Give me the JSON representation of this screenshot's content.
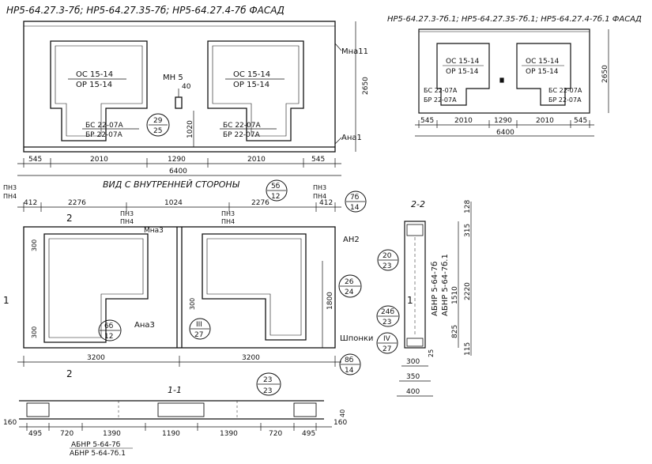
{
  "facade_title": "НР5-64.27.3-7б; НР5-64.27.35-7б; НР5-64.27.4-7б  ФАСАД",
  "small_facade_title": "НР5-64.27.3-7б.1; НР5-64.27.35-7б.1; НР5-64.27.4-7б.1 ФАСАД",
  "inner_view_title": "ВИД С ВНУТРЕННЕЙ СТОРОНЫ",
  "window_labels": {
    "os": "ОС 15-14",
    "or": "ОР 15-14",
    "bs": "БС 22-07А",
    "br": "БР 22-07А"
  },
  "facade": {
    "mn5": "МН 5",
    "dim_40": "40",
    "ref_29_25": [
      "29",
      "25"
    ],
    "dim_1020": "1020",
    "dim_2650": "2650",
    "mna11": "Мна11",
    "ana1": "Ана1",
    "bottom_dims": [
      "545",
      "2010",
      "1290",
      "2010",
      "545"
    ],
    "total": "6400"
  },
  "small_facade": {
    "dim_2650": "2650",
    "bottom_dims": [
      "545",
      "2010",
      "1290",
      "2010",
      "545"
    ],
    "total": "6400"
  },
  "inner_view": {
    "top_dims": [
      "412",
      "2276",
      "1024",
      "2276",
      "412"
    ],
    "pn3": "ПН3",
    "pn4": "ПН4",
    "ref_5b_12": [
      "5б",
      "12"
    ],
    "ref_7b_14": [
      "7б",
      "14"
    ],
    "mna3": "Мна3",
    "an2": "АН2",
    "ana3": "Ана3",
    "dim_300": "300",
    "dim_1800": "1800",
    "ref_26_24": [
      "26",
      "24"
    ],
    "ref_6b_12": [
      "6б",
      "12"
    ],
    "ref_III_27": [
      "III",
      "27"
    ],
    "shponki": "Шпонки",
    "ref_IV_27": [
      "IV",
      "27"
    ],
    "ref_8b_14": [
      "8б",
      "14"
    ],
    "bottom_dims": [
      "3200",
      "3200"
    ],
    "section_mark_1": "1",
    "section_mark_2": "2"
  },
  "section_22": {
    "title": "2-2",
    "ref_20_23": [
      "20",
      "23"
    ],
    "ref_24b_23": [
      "24б",
      "23"
    ],
    "label_1": "АБНР 5-64-7б",
    "label_2": "АБНР 5-64-7б.1",
    "dim_1510": "1510",
    "dim_825": "825",
    "dim_2220": "2220",
    "dim_315": "315",
    "dim_128": "128",
    "dim_115": "115",
    "dim_25": "25",
    "bottom_dims": [
      "300",
      "350",
      "400"
    ]
  },
  "section_11": {
    "title": "1-1",
    "ref_23_23": [
      "23",
      "23"
    ],
    "dims": [
      "495",
      "720",
      "1390",
      "1190",
      "1390",
      "720",
      "495"
    ],
    "dim_160": "160",
    "dim_40": "40",
    "label_1": "АБНР 5-64-7б",
    "label_2": "АБНР 5-64-7б.1"
  }
}
